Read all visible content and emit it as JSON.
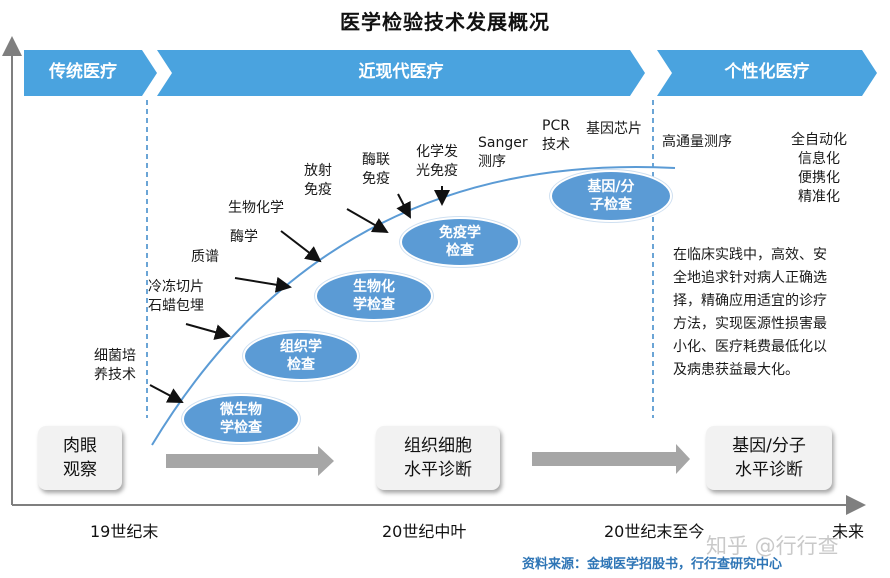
{
  "title": "医学检验技术发展概况",
  "colors": {
    "banner_blue": "#4aa3df",
    "ellipse_blue": "#5b9bd5",
    "dashed_line": "#3a87c8",
    "source_blue": "#2e75b6"
  },
  "eras": [
    "传统医疗",
    "近现代医疗",
    "个性化医疗"
  ],
  "techniques": {
    "bacteria_culture": [
      "细菌培",
      "养技术"
    ],
    "frozen_section": [
      "冷冻切片",
      "石蜡包埋"
    ],
    "mass_spec": "质谱",
    "enzymology": "酶学",
    "biochemistry": "生物化学",
    "radioimmuno": [
      "放射",
      "免疫"
    ],
    "enzyme_immuno": [
      "酶联",
      "免疫"
    ],
    "chemiluminescence": [
      "化学发",
      "光免疫"
    ],
    "sanger": [
      "Sanger",
      "测序"
    ],
    "pcr": [
      "PCR",
      "技术"
    ],
    "gene_chip": "基因芯片",
    "high_throughput": "高通量测序",
    "features": [
      "全自动化",
      "信息化",
      "便携化",
      "精准化"
    ]
  },
  "ellipses": {
    "microbiology": [
      "微生物",
      "学检查"
    ],
    "histology": [
      "组织学",
      "检查"
    ],
    "biochem_test": [
      "生物化",
      "学检查"
    ],
    "immunology": [
      "免疫学",
      "检查"
    ],
    "gene_molecular": [
      "基因/分",
      "子检查"
    ]
  },
  "stages": {
    "naked_eye": [
      "肉眼",
      "观察"
    ],
    "tissue_cell": [
      "组织细胞",
      "水平诊断"
    ],
    "gene_molecule": [
      "基因/分子",
      "水平诊断"
    ]
  },
  "description": [
    "在临床实践中，高效、安",
    "全地追求针对病人正确选",
    "择，精确应用适宜的诊疗",
    "方法，实现医源性损害最",
    "小化、医疗耗费最低化以",
    "及病患获益最大化。"
  ],
  "timeline": [
    "19世纪末",
    "20世纪中叶",
    "20世纪末至今",
    "未来"
  ],
  "source": "资料来源：金域医学招股书，行行查研究中心",
  "watermark": "知乎 @行行查"
}
